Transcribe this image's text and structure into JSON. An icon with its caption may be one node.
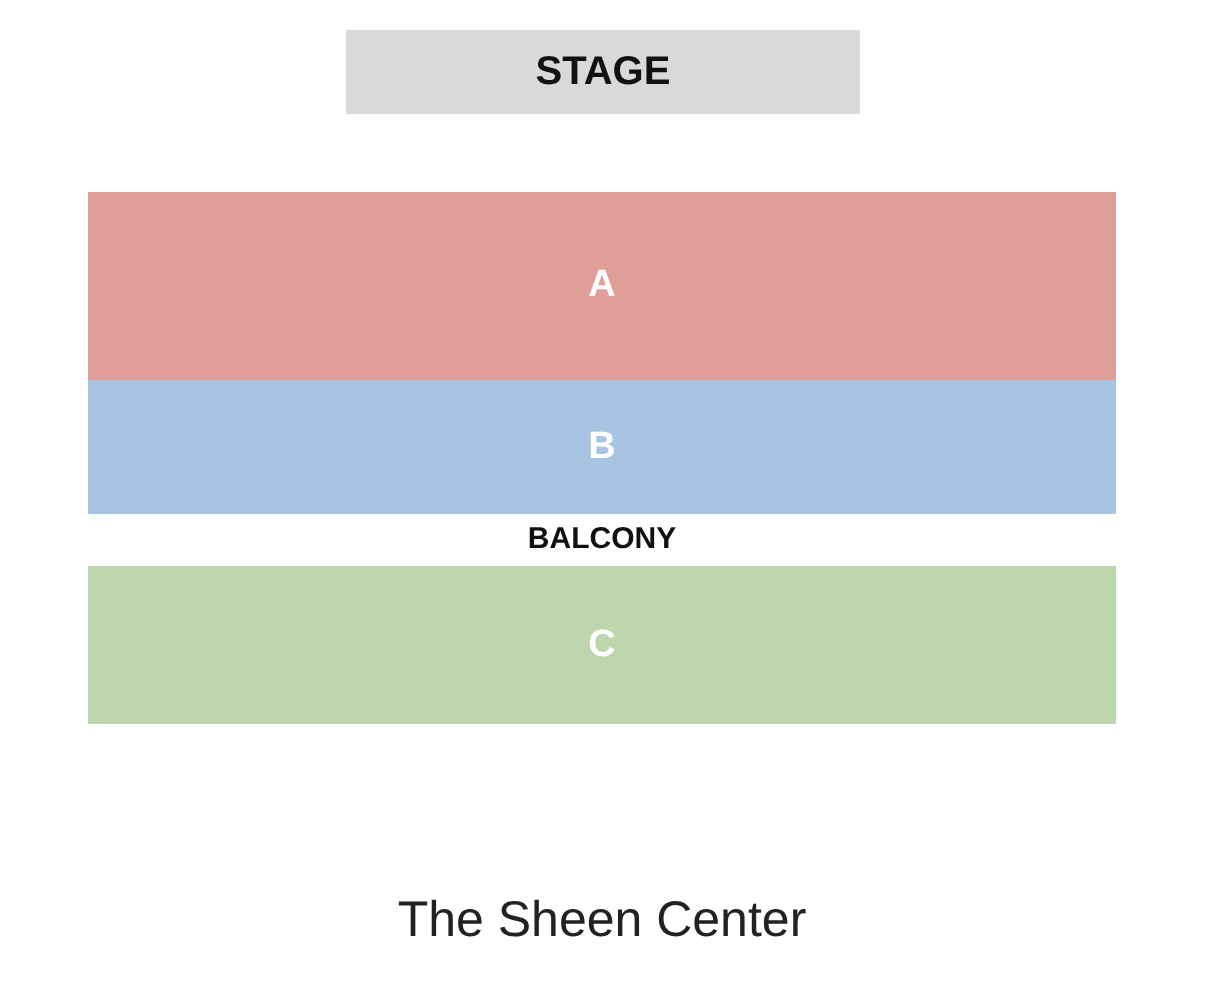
{
  "diagram": {
    "caption": "The Sheen Center",
    "nodes": [
      {
        "text": [
          "STAGE"
        ]
      },
      {
        "text": [
          "A"
        ]
      },
      {
        "text": [
          "B"
        ]
      },
      {
        "text": [
          "C"
        ]
      }
    ],
    "labels": [
      "BALCONY"
    ]
  }
}
